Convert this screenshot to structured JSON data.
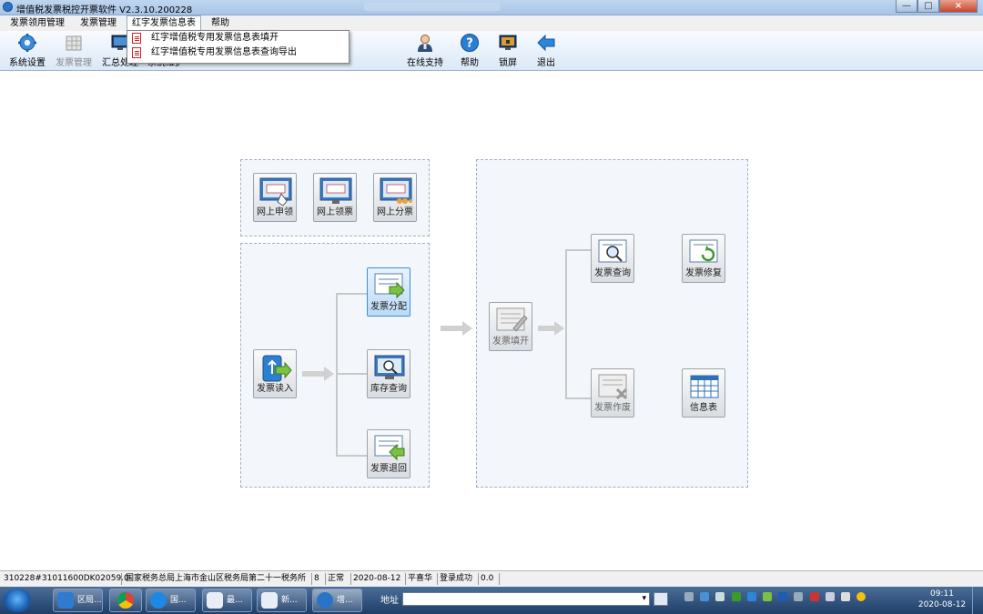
{
  "window": {
    "title": "增值税发票税控开票软件 V2.3.10.200228",
    "minimize": "—",
    "maximize": "□",
    "close": "×"
  },
  "menubar": {
    "items": [
      "发票领用管理",
      "发票管理",
      "红字发票信息表",
      "帮助"
    ]
  },
  "toolbar": {
    "left": [
      {
        "label": "系统设置",
        "icon": "gear-icon",
        "enabled": true
      },
      {
        "label": "发票管理",
        "icon": "grid-icon",
        "enabled": false
      },
      {
        "label": "汇总处理",
        "icon": "monitor-icon",
        "enabled": true
      },
      {
        "label": "系统维护",
        "icon": "wrench-icon",
        "enabled": true
      }
    ],
    "right": [
      {
        "label": "在线支持",
        "icon": "user-support-icon"
      },
      {
        "label": "帮助",
        "icon": "help-icon"
      },
      {
        "label": "锁屏",
        "icon": "lock-screen-icon"
      },
      {
        "label": "退出",
        "icon": "exit-arrow-icon"
      }
    ]
  },
  "dropdown": {
    "items": [
      "红字增值税专用发票信息表填开",
      "红字增值税专用发票信息表查询导出"
    ]
  },
  "workflow": {
    "online": [
      "网上申领",
      "网上领票",
      "网上分票"
    ],
    "invoice_read": "发票读入",
    "distribute": [
      "发票分配",
      "库存查询",
      "发票退回"
    ],
    "fill": "发票填开",
    "outputs": [
      "发票查询",
      "发票修复",
      "发票作废",
      "信息表"
    ]
  },
  "statusbar": {
    "cells": [
      "310228#31011600DK02059.0",
      "国家税务总局上海市金山区税务局第二十一税务所",
      "8",
      "正常",
      "2020-08-12",
      "平喜华",
      "登录成功",
      "0.0"
    ]
  },
  "taskbar": {
    "buttons": [
      "区局...",
      "",
      "国...",
      "最...",
      "新...",
      "增..."
    ],
    "address_label": "地址",
    "time": "09:11",
    "date": "2020-08-12"
  }
}
